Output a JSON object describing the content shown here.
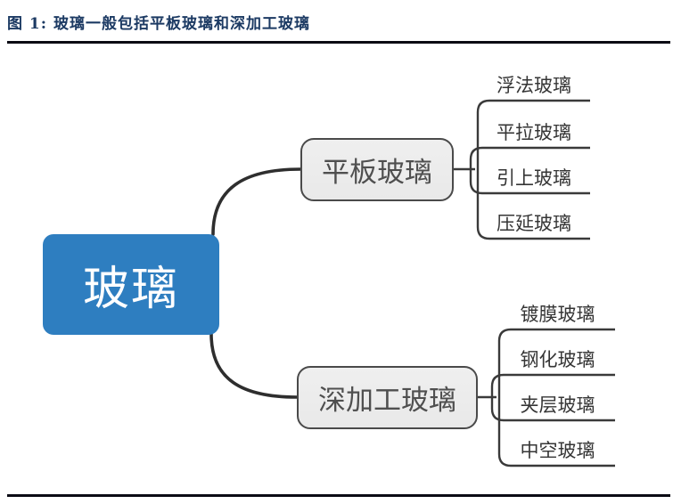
{
  "figure": {
    "title": "图 1: 玻璃一般包括平板玻璃和深加工玻璃"
  },
  "diagram": {
    "root": {
      "label": "玻璃"
    },
    "branches": [
      {
        "label": "平板玻璃",
        "children": [
          "浮法玻璃",
          "平拉玻璃",
          "引上玻璃",
          "压延玻璃"
        ]
      },
      {
        "label": "深加工玻璃",
        "children": [
          "镀膜玻璃",
          "钢化玻璃",
          "夹层玻璃",
          "中空玻璃"
        ]
      }
    ],
    "colors": {
      "root_fill": "#2E7EC0",
      "root_text": "#FFFFFF",
      "branch_fill": "#ECECEC",
      "branch_border": "#4A4A4A",
      "branch_text": "#4F4F4F",
      "leaf_text": "#353535",
      "connector": "#2E2E2E",
      "title_text": "#1C3A63",
      "rule": "#0B0B14"
    }
  }
}
